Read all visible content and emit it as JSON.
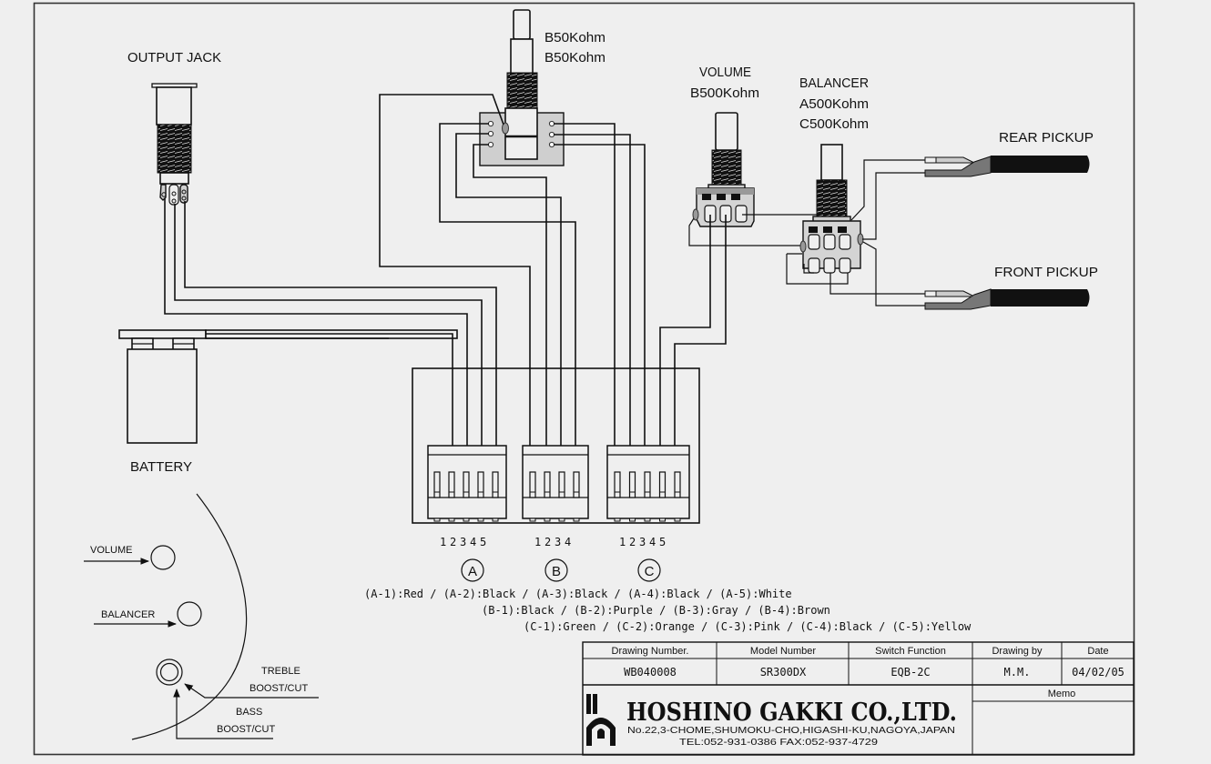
{
  "title_block": {
    "headers": {
      "drawing_number": "Drawing Number.",
      "model_number": "Model Number",
      "switch_function": "Switch Function",
      "drawing_by": "Drawing by",
      "date": "Date",
      "memo": "Memo"
    },
    "values": {
      "drawing_number": "WB040008",
      "model_number": "SR300DX",
      "switch_function": "EQB-2C",
      "drawing_by": "M.M.",
      "date": "04/02/05"
    },
    "company": {
      "name": "HOSHINO GAKKI CO.,LTD.",
      "address": "No.22,3-CHOME,SHUMOKU-CHO,HIGASHI-KU,NAGOYA,JAPAN",
      "contact": "TEL:052-931-0386  FAX:052-937-4729"
    }
  },
  "components": {
    "output_jack": {
      "label": "OUTPUT JACK"
    },
    "eq_pot": {
      "value_1": "B50Kohm",
      "value_2": "B50Kohm"
    },
    "volume_pot": {
      "label": "VOLUME",
      "value": "B500Kohm"
    },
    "balancer_pot": {
      "label": "BALANCER",
      "value_1": "A500Kohm",
      "value_2": "C500Kohm"
    },
    "rear_pickup": {
      "label": "REAR PICKUP"
    },
    "front_pickup": {
      "label": "FRONT PICKUP"
    },
    "battery": {
      "label": "BATTERY"
    }
  },
  "connectors": [
    {
      "id": "A",
      "pins": [
        "1",
        "2",
        "3",
        "4",
        "5"
      ]
    },
    {
      "id": "B",
      "pins": [
        "1",
        "2",
        "3",
        "4"
      ]
    },
    {
      "id": "C",
      "pins": [
        "1",
        "2",
        "3",
        "4",
        "5"
      ]
    }
  ],
  "wire_colors": {
    "A": "(A-1):Red / (A-2):Black / (A-3):Black / (A-4):Black / (A-5):White",
    "B": "(B-1):Black / (B-2):Purple / (B-3):Gray / (B-4):Brown",
    "C": "(C-1):Green / (C-2):Orange / (C-3):Pink / (C-4):Black / (C-5):Yellow"
  },
  "control_layout": {
    "volume": "VOLUME",
    "balancer": "BALANCER",
    "treble_1": "TREBLE",
    "treble_2": "BOOST/CUT",
    "bass_1": "BASS",
    "bass_2": "BOOST/CUT"
  }
}
